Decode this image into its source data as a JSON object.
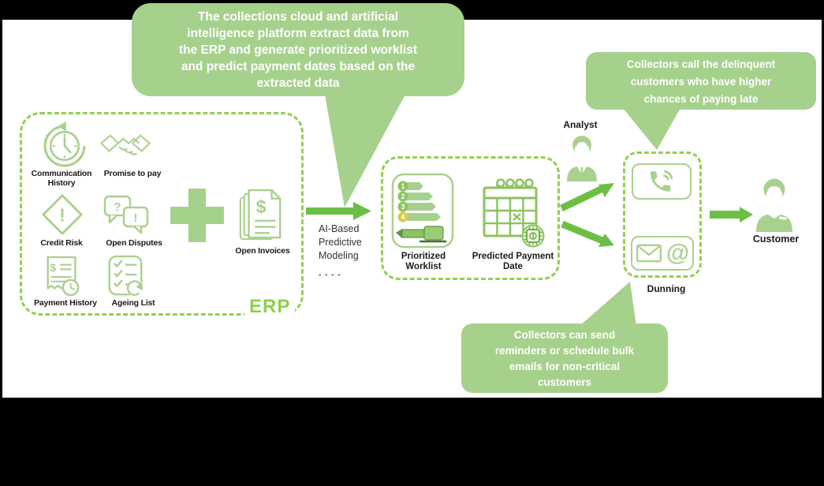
{
  "colors": {
    "bubble_green": "#a6d18c",
    "dashed_border_green": "#92d050",
    "arrow_green": "#6cbf45",
    "icon_light_green": "#a9d18e",
    "icon_mid_green": "#8bc45f",
    "erp_label_green": "#8ed04c",
    "label_black": "#1a1a1a",
    "bubble_text": "#ffffff",
    "slide_background": "#ffffff",
    "canvas_background": "#000000"
  },
  "bubbles": {
    "top": {
      "lines": [
        "The collections cloud and artificial",
        "intelligence platform extract data from",
        "the ERP and generate prioritized worklist",
        "and predict payment dates based on the",
        "extracted data"
      ]
    },
    "right": {
      "lines": [
        "Collectors call the delinquent",
        "customers who have higher",
        "chances of paying late"
      ]
    },
    "bottom": {
      "lines": [
        "Collectors can send",
        "reminders or schedule bulk",
        "emails for non-critical",
        "customers"
      ]
    }
  },
  "erp": {
    "box_label": "ERP",
    "items": [
      {
        "label": "Communication History",
        "icon": "clock-history-icon"
      },
      {
        "label": "Promise to pay",
        "icon": "handshake-icon"
      },
      {
        "label": "Credit Risk",
        "icon": "alert-diamond-icon"
      },
      {
        "label": "Open Disputes",
        "icon": "chat-dispute-icon"
      },
      {
        "label": "Payment History",
        "icon": "receipt-clock-icon"
      },
      {
        "label": "Ageing List",
        "icon": "checklist-refresh-icon"
      }
    ],
    "open_invoices_label": "Open Invoices"
  },
  "pipeline": {
    "ai_lines": [
      "AI-Based",
      "Predictive",
      "Modeling"
    ],
    "dash_mark": "- - - -",
    "worklist_label": "Prioritized Worklist",
    "worklist_ranks": [
      "1",
      "2",
      "3",
      "4"
    ],
    "payment_date_label": "Predicted Payment Date",
    "analyst_label": "Analyst",
    "dunning_label": "Dunning",
    "customer_label": "Customer"
  },
  "glyphs": {
    "invoice_dollar": "$",
    "receipt_dollar": "$",
    "dispute_question": "?",
    "dispute_exclaim": "!",
    "risk_exclaim": "!",
    "email_at": "@"
  }
}
